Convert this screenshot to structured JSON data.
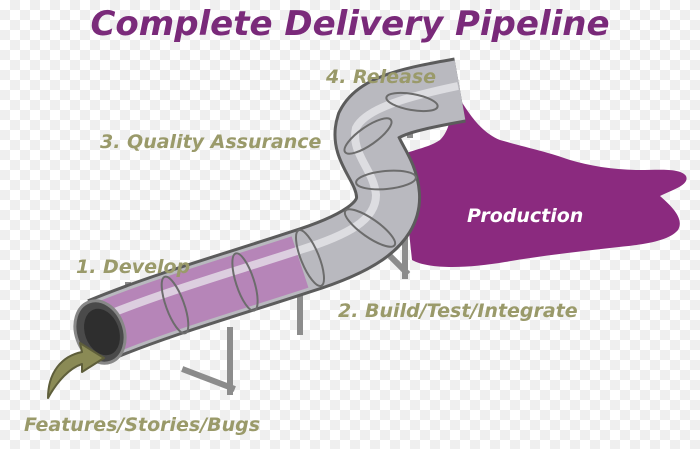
{
  "title": "Complete Delivery Pipeline",
  "stages": [
    {
      "label": "1. Develop"
    },
    {
      "label": "2. Build/Test/Integrate"
    },
    {
      "label": "3. Quality Assurance"
    },
    {
      "label": "4. Release"
    }
  ],
  "input_label": "Features/Stories/Bugs",
  "output_label": "Production",
  "colors": {
    "title": "#7a2a7a",
    "stage_text": "#9a9a6a",
    "production": "#8b2a7f",
    "pipe_body": "#b9b9bf",
    "pipe_tint": "#b57bb6",
    "input_arrow": "#8a8a55"
  }
}
